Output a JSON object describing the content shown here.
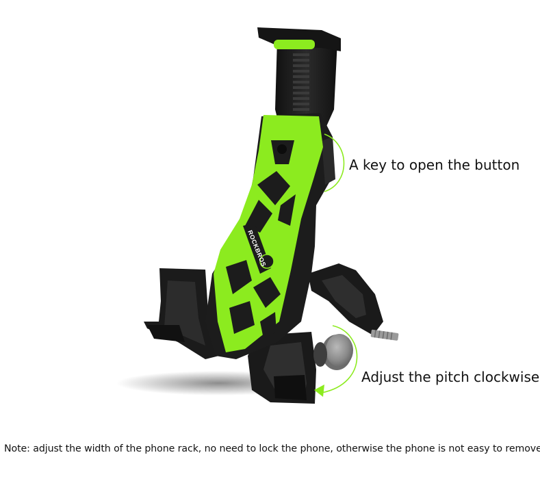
{
  "product": {
    "brand_name": "ROCKBROS",
    "image_icon": "bike-phone-holder-illustration"
  },
  "callouts": {
    "key_label": "A key to open the button",
    "pitch_label": "Adjust the pitch clockwise"
  },
  "note": {
    "text": "Note: adjust the width of the phone rack, no need to lock the phone, otherwise the phone is not easy to remove!"
  },
  "colors": {
    "accent_green": "#8CEB1F",
    "body_black": "#1E1E1E",
    "knob_gray": "#8A8A8A"
  }
}
